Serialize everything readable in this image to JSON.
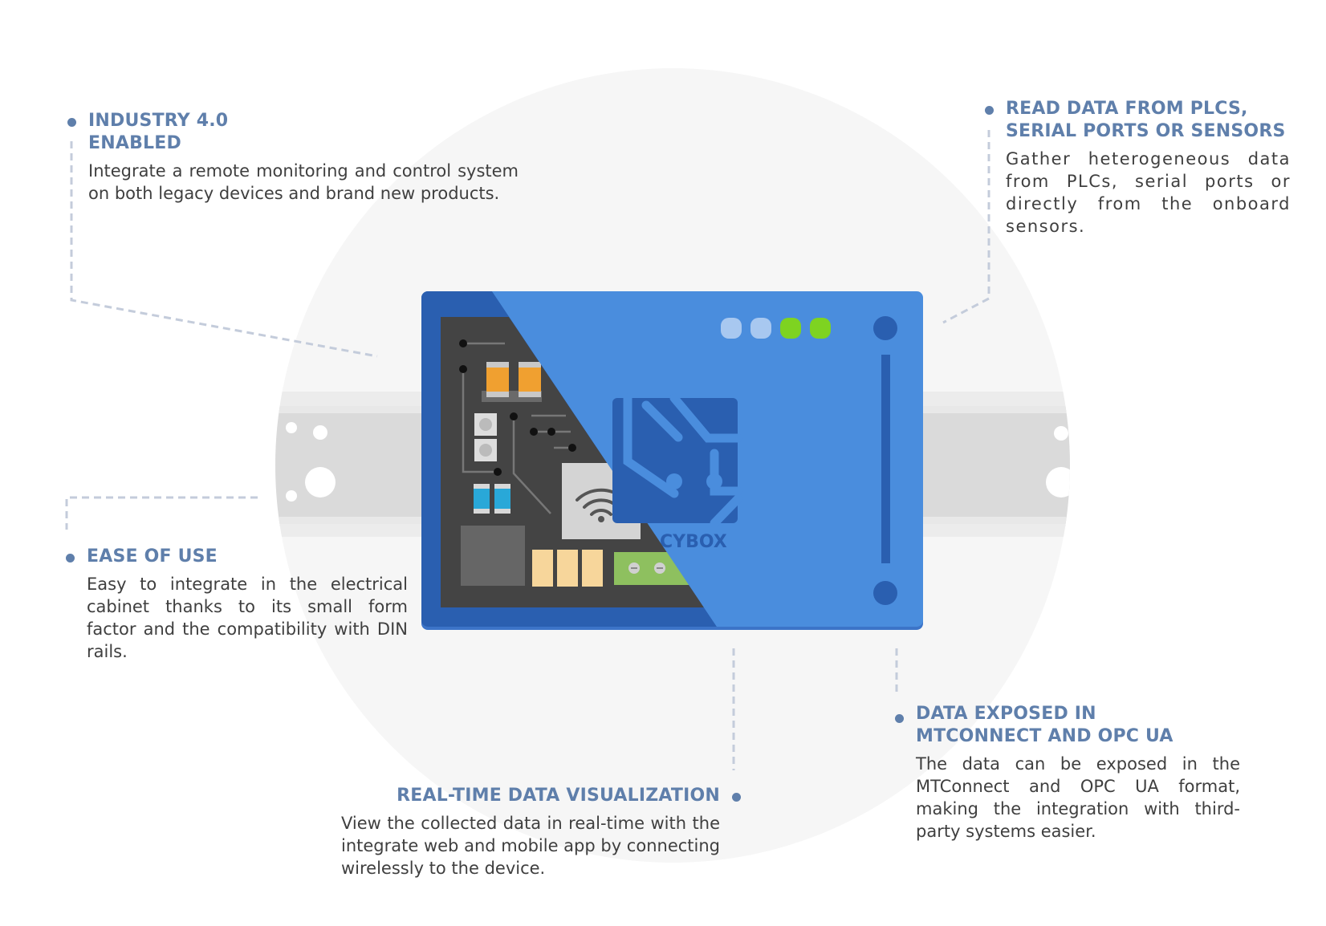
{
  "device": {
    "brand_label": "CYBOX",
    "colors": {
      "case_dark": "#2a5fb0",
      "case_light": "#4a8ddd",
      "board": "#444444",
      "leds": [
        "#a8c8f0",
        "#a8c8f0",
        "#7ed321",
        "#7ed321"
      ]
    }
  },
  "features": {
    "industry": {
      "title": "INDUSTRY 4.0\nENABLED",
      "text": "Integrate a remote monitoring and control system on both legacy devices and brand new products."
    },
    "plc": {
      "title": "READ DATA FROM PLCS,\nSERIAL PORTS OR SENSORS",
      "text": "Gather heterogeneous data from PLCs, serial ports or directly from the onboard sensors."
    },
    "ease": {
      "title": "EASE OF USE",
      "text": "Easy to integrate in the electrical cabinet thanks to its small form factor and the compatibility with DIN rails."
    },
    "mtconnect": {
      "title": "DATA EXPOSED IN\nMTCONNECT AND OPC UA",
      "text": "The data can be exposed in the MTConnect and OPC UA format, making the integration with third-party systems easier."
    },
    "realtime": {
      "title": "REAL-TIME DATA VISUALIZATION",
      "text": "View the collected data in real-time with the integrate web and mobile app by connecting wirelessly to the device."
    }
  }
}
